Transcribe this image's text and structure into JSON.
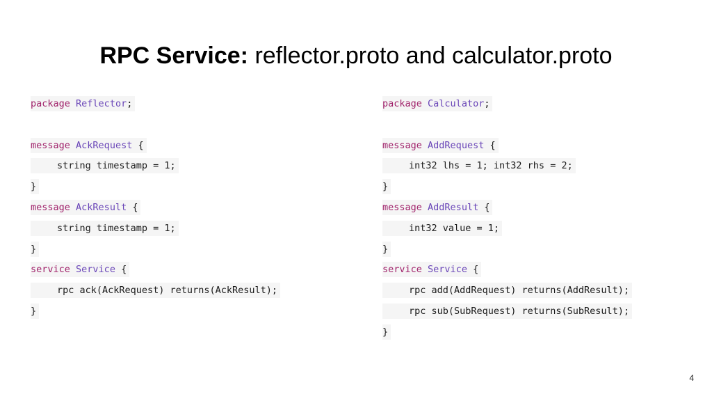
{
  "slide": {
    "title_bold": "RPC Service:",
    "title_rest": " reflector.proto and calculator.proto",
    "page_number": "4"
  },
  "colors": {
    "keyword": "#a0216a",
    "type_name": "#6a46b8",
    "code_background": "#f5f5f5"
  },
  "reflector": {
    "package_kw": "package",
    "package_name": "Reflector",
    "package_end": ";",
    "msg1_kw": "message",
    "msg1_name": "AckRequest",
    "msg1_open": " {",
    "msg1_field": "string timestamp = 1;",
    "msg1_close": "}",
    "msg2_kw": "message",
    "msg2_name": "AckResult",
    "msg2_open": " {",
    "msg2_field": "string timestamp = 1;",
    "msg2_close": "}",
    "svc_kw": "service",
    "svc_name": "Service",
    "svc_open": " {",
    "svc_rpc1": "rpc ack(AckRequest) returns(AckResult);",
    "svc_close": "}"
  },
  "calculator": {
    "package_kw": "package",
    "package_name": "Calculator",
    "package_end": ";",
    "msg1_kw": "message",
    "msg1_name": "AddRequest",
    "msg1_open": " {",
    "msg1_field": "int32 lhs = 1; int32 rhs = 2;",
    "msg1_close": "}",
    "msg2_kw": "message",
    "msg2_name": "AddResult",
    "msg2_open": " {",
    "msg2_field": "int32 value = 1;",
    "msg2_close": "}",
    "svc_kw": "service",
    "svc_name": "Service",
    "svc_open": " {",
    "svc_rpc1": "rpc add(AddRequest) returns(AddResult);",
    "svc_rpc2": "rpc sub(SubRequest) returns(SubResult);",
    "svc_close": "}"
  }
}
